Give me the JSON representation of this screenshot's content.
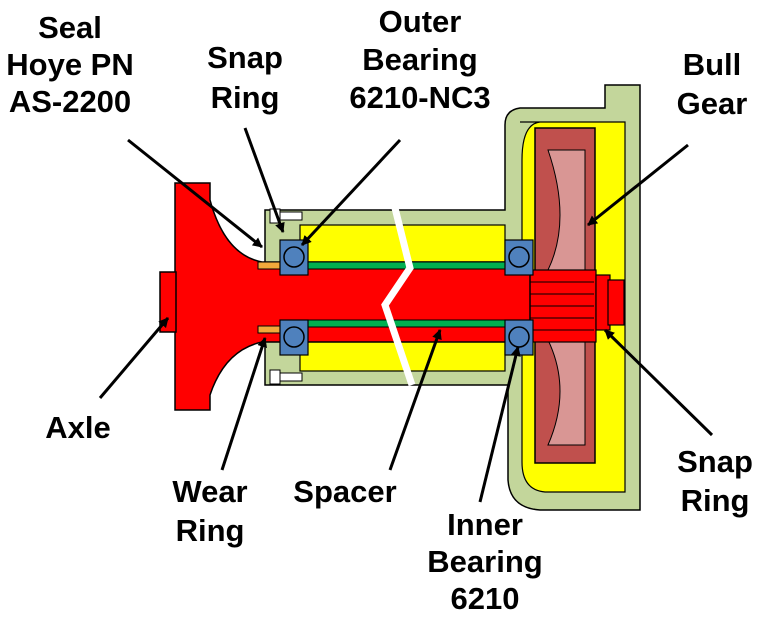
{
  "colors": {
    "axle_red": "#ff0000",
    "housing_green": "#c3d69b",
    "grease_yellow": "#ffff00",
    "gear_brown": "#c0504d",
    "gear_light": "#d99694",
    "bearing_blue": "#4f81bd",
    "spacer_green": "#00b050",
    "wear_ring_orange": "#f2a93b",
    "outline": "#000000",
    "leader": "#000000"
  },
  "labels": {
    "seal": [
      "Seal",
      "Hoye PN",
      "AS-2200"
    ],
    "snap_ring_left": [
      "Snap",
      "Ring"
    ],
    "outer_bearing": [
      "Outer",
      "Bearing",
      "6210-NC3"
    ],
    "bull_gear": [
      "Bull",
      "Gear"
    ],
    "axle": [
      "Axle"
    ],
    "wear_ring": [
      "Wear",
      "Ring"
    ],
    "spacer": [
      "Spacer"
    ],
    "inner_bearing": [
      "Inner",
      "Bearing",
      "6210"
    ],
    "snap_ring_right": [
      "Snap",
      "Ring"
    ]
  },
  "icons": {
    "arrowhead": "arrowhead-icon",
    "bearing": "ball-bearing-icon",
    "bolt": "bolt-icon"
  }
}
